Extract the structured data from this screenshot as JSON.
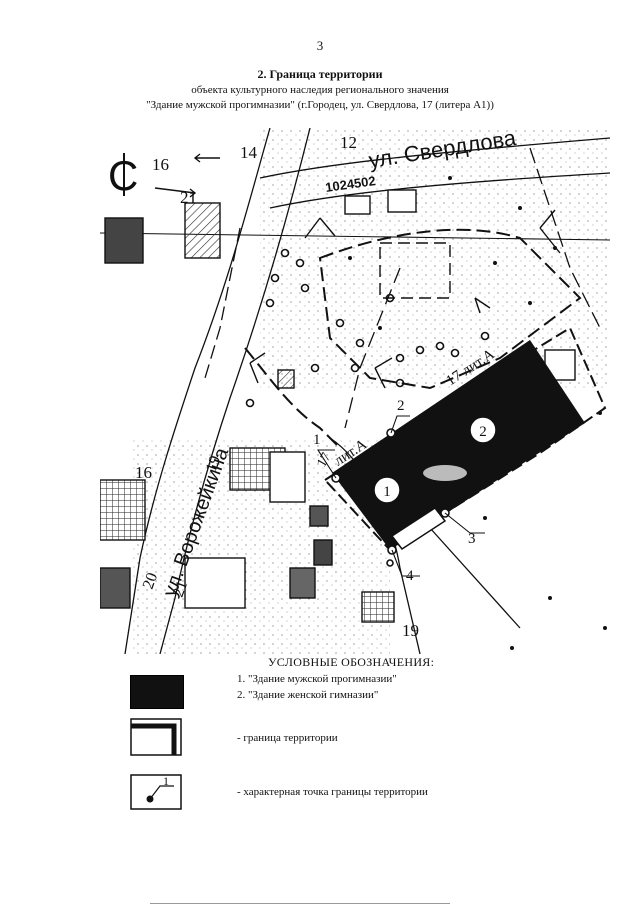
{
  "page": {
    "number": "3"
  },
  "header": {
    "title": "2. Граница территории",
    "subtitle1": "объекта культурного наследия регионального значения",
    "subtitle2": "\"Здание мужской прогимназии\" (г.Городец, ул. Свердлова, 17 (литера А1))"
  },
  "map": {
    "north_symbol": "С",
    "streets": {
      "sverdlova": "ул. Свердлова",
      "vorozheikina": "ул. Ворожейкина"
    },
    "house_numbers": {
      "n16_top": "16",
      "n14": "14",
      "n12": "12",
      "n21_top": "21",
      "n19": "19",
      "n16_left": "16",
      "n20": "20",
      "n21_bottom": "21",
      "n19_bottom": "19",
      "n17": "17"
    },
    "cadastral": "1024502",
    "litera": {
      "lit_a1": "17 лит.А",
      "lit_a2": "лит.А"
    },
    "objects": {
      "obj1": "1",
      "obj2": "2"
    },
    "points": {
      "p1": "1",
      "p2": "2",
      "p3": "3",
      "p4": "4"
    },
    "colors": {
      "building": "#111111",
      "line": "#111111",
      "hatch": "#333333"
    }
  },
  "legend": {
    "title": "УСЛОВНЫЕ ОБОЗНАЧЕНИЯ:",
    "item1": "1. \"Здание мужской прогимназии\"",
    "item2": "2. \"Здание женской гимназии\"",
    "boundary": "- граница территории",
    "point": "- характерная точка границы территории",
    "point_label": "1"
  }
}
